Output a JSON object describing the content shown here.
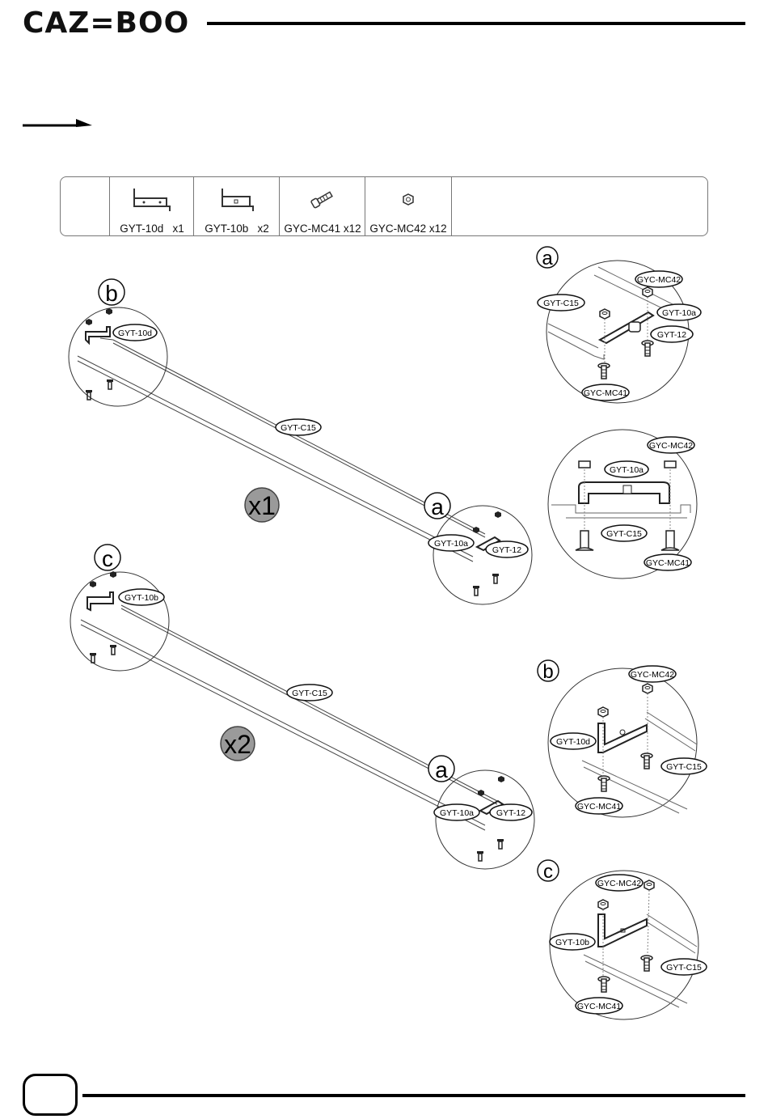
{
  "header": {
    "brand": "CAZ=BOO"
  },
  "parts": [
    {
      "code": "GYT-10d",
      "qty": "x1",
      "icon": "bracket-10d-icon"
    },
    {
      "code": "GYT-10b",
      "qty": "x2",
      "icon": "bracket-10b-icon"
    },
    {
      "code": "GYC-MC41",
      "qty": "x12",
      "icon": "bolt-icon"
    },
    {
      "code": "GYC-MC42",
      "qty": "x12",
      "icon": "nut-icon"
    }
  ],
  "assemblies": [
    {
      "multiplier": "x1",
      "rail": "GYT-C15",
      "left_marker": "b",
      "left_bracket": "GYT-10d",
      "right_marker": "a",
      "right_bracket": "GYT-10a",
      "right_part": "GYT-12"
    },
    {
      "multiplier": "x2",
      "rail": "GYT-C15",
      "left_marker": "c",
      "left_bracket": "GYT-10b",
      "right_marker": "a",
      "right_bracket": "GYT-10a",
      "right_part": "GYT-12"
    }
  ],
  "details": {
    "a": {
      "marker": "a",
      "rail": "GYT-C15",
      "nut": "GYC-MC42",
      "bracket": "GYT-10a",
      "part": "GYT-12",
      "bolt": "GYC-MC41"
    },
    "a_section": {
      "nut": "GYC-MC42",
      "bracket": "GYT-10a",
      "rail": "GYT-C15",
      "bolt": "GYC-MC41"
    },
    "b": {
      "marker": "b",
      "nut": "GYC-MC42",
      "bracket": "GYT-10d",
      "rail": "GYT-C15",
      "bolt": "GYC-MC41"
    },
    "c": {
      "marker": "c",
      "nut": "GYC-MC42",
      "bracket": "GYT-10b",
      "rail": "GYT-C15",
      "bolt": "GYC-MC41"
    }
  },
  "footer": {
    "page_number": ""
  },
  "colors": {
    "ink": "#111111",
    "badge_fill": "#9a9a9a",
    "rule": "#000000"
  }
}
